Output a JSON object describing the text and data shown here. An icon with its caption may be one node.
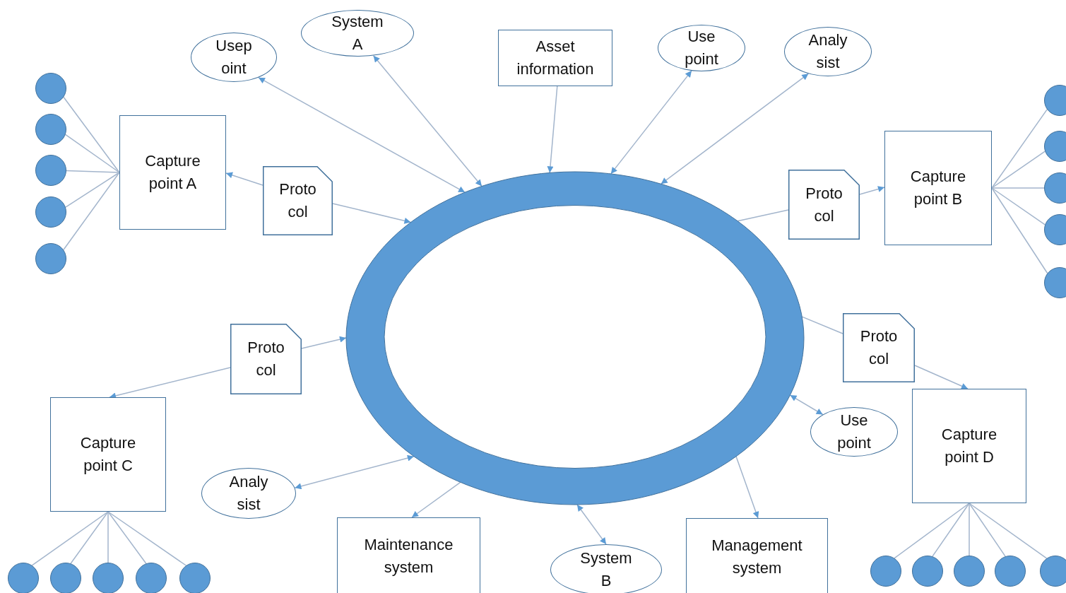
{
  "diagram": {
    "nodes": [
      {
        "text": [
          "Usep oint"
        ]
      },
      {
        "text": [
          "System A"
        ]
      },
      {
        "text": [
          "Asset information"
        ]
      },
      {
        "text": [
          "Use point"
        ]
      },
      {
        "text": [
          "Analy sist"
        ]
      },
      {
        "text": [],
        "shape": "circle"
      },
      {
        "text": [],
        "shape": "circle"
      },
      {
        "text": [],
        "shape": "circle"
      },
      {
        "text": [],
        "shape": "circle"
      },
      {
        "text": [],
        "shape": "circle"
      },
      {
        "text": [
          "Capture point A"
        ]
      },
      {
        "text": [
          "Proto col"
        ]
      },
      {
        "text": [],
        "shape": "circle"
      },
      {
        "text": [],
        "shape": "circle"
      },
      {
        "text": [],
        "shape": "circle"
      },
      {
        "text": [],
        "shape": "circle"
      },
      {
        "text": [],
        "shape": "circle"
      },
      {
        "text": [
          "Capture point B"
        ]
      },
      {
        "text": [
          "Proto col"
        ]
      },
      {
        "text": [],
        "shape": "ring"
      },
      {
        "text": [
          "Proto col"
        ]
      },
      {
        "text": [
          "Proto col"
        ]
      },
      {
        "text": [
          "Capture point C"
        ]
      },
      {
        "text": [
          "Use point"
        ]
      },
      {
        "text": [
          "Capture point D"
        ]
      },
      {
        "text": [
          "Analy sist"
        ]
      },
      {
        "text": [
          "Maintenance system"
        ]
      },
      {
        "text": [
          "System B"
        ]
      },
      {
        "text": [
          "Management system"
        ]
      },
      {
        "text": [],
        "shape": "circle"
      },
      {
        "text": [],
        "shape": "circle"
      },
      {
        "text": [],
        "shape": "circle"
      },
      {
        "text": [],
        "shape": "circle"
      },
      {
        "text": [],
        "shape": "circle"
      },
      {
        "text": [],
        "shape": "circle"
      },
      {
        "text": [],
        "shape": "circle"
      },
      {
        "text": [],
        "shape": "circle"
      },
      {
        "text": [],
        "shape": "circle"
      },
      {
        "text": [],
        "shape": "circle"
      }
    ],
    "edges": [
      {
        "from": 0,
        "to": 19,
        "arrow": "both"
      },
      {
        "from": 1,
        "to": 19,
        "arrow": "both"
      },
      {
        "from": 2,
        "to": 19,
        "arrow": "to"
      },
      {
        "from": 3,
        "to": 19,
        "arrow": "both"
      },
      {
        "from": 4,
        "to": 19,
        "arrow": "both"
      },
      {
        "from": 10,
        "to": 5,
        "arrow": "none"
      },
      {
        "from": 10,
        "to": 6,
        "arrow": "none"
      },
      {
        "from": 10,
        "to": 7,
        "arrow": "none"
      },
      {
        "from": 10,
        "to": 8,
        "arrow": "none"
      },
      {
        "from": 10,
        "to": 9,
        "arrow": "none"
      },
      {
        "from": 11,
        "to": 10,
        "arrow": "to"
      },
      {
        "from": 11,
        "to": 19,
        "arrow": "to"
      },
      {
        "from": 17,
        "to": 12,
        "arrow": "none"
      },
      {
        "from": 17,
        "to": 13,
        "arrow": "none"
      },
      {
        "from": 17,
        "to": 14,
        "arrow": "none"
      },
      {
        "from": 17,
        "to": 15,
        "arrow": "none"
      },
      {
        "from": 17,
        "to": 16,
        "arrow": "none"
      },
      {
        "from": 18,
        "to": 17,
        "arrow": "to"
      },
      {
        "from": 19,
        "to": 18,
        "arrow": "none"
      },
      {
        "from": 20,
        "to": 19,
        "arrow": "to"
      },
      {
        "from": 20,
        "to": 22,
        "arrow": "to"
      },
      {
        "from": 19,
        "to": 21,
        "arrow": "none"
      },
      {
        "from": 21,
        "to": 24,
        "arrow": "to"
      },
      {
        "from": 23,
        "to": 19,
        "arrow": "both"
      },
      {
        "from": 22,
        "to": 29,
        "arrow": "none"
      },
      {
        "from": 22,
        "to": 30,
        "arrow": "none"
      },
      {
        "from": 22,
        "to": 31,
        "arrow": "none"
      },
      {
        "from": 22,
        "to": 32,
        "arrow": "none"
      },
      {
        "from": 22,
        "to": 33,
        "arrow": "none"
      },
      {
        "from": 24,
        "to": 34,
        "arrow": "none"
      },
      {
        "from": 24,
        "to": 35,
        "arrow": "none"
      },
      {
        "from": 24,
        "to": 36,
        "arrow": "none"
      },
      {
        "from": 24,
        "to": 37,
        "arrow": "none"
      },
      {
        "from": 24,
        "to": 38,
        "arrow": "none"
      },
      {
        "from": 25,
        "to": 19,
        "arrow": "both"
      },
      {
        "from": 19,
        "to": 26,
        "arrow": "to"
      },
      {
        "from": 19,
        "to": 27,
        "arrow": "both"
      },
      {
        "from": 19,
        "to": 28,
        "arrow": "to"
      }
    ]
  }
}
